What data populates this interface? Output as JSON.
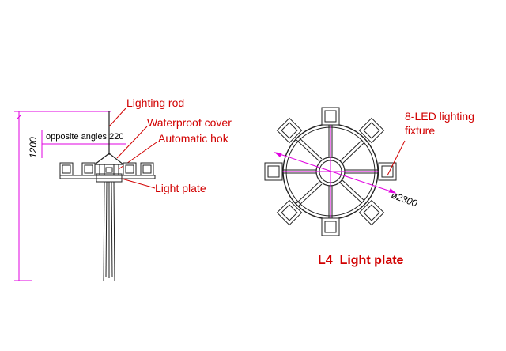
{
  "left_view": {
    "labels": {
      "lighting_rod": "Lighting rod",
      "waterproof_cover": "Waterproof cover",
      "automatic_hok": "Automatic hok",
      "light_plate": "Light plate",
      "opposite_angles": "opposite angles 220",
      "height_dim": "1200"
    }
  },
  "right_view": {
    "labels": {
      "fixture_line1": "8-LED lighting",
      "fixture_line2": "fixture",
      "diameter": "ø2300"
    },
    "fixture_count": 8
  },
  "title": "L4  Light plate",
  "colors": {
    "label_red": "#d10000",
    "dimension_magenta": "#e000e0",
    "line": "#222222"
  }
}
